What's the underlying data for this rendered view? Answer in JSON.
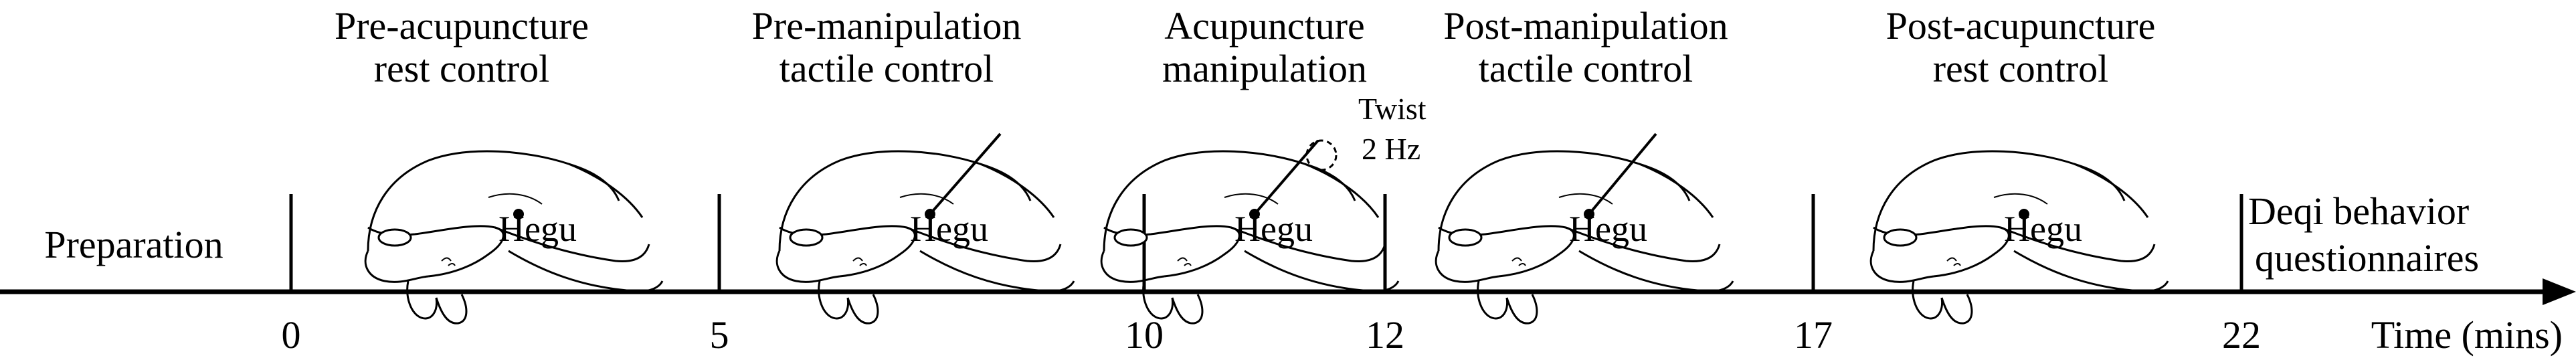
{
  "phases": [
    {
      "line1": "Pre-acupuncture",
      "line2": "rest control",
      "hegu": "Hegu",
      "needle": false
    },
    {
      "line1": "Pre-manipulation",
      "line2": "tactile control",
      "hegu": "Hegu",
      "needle": true
    },
    {
      "line1": "Acupuncture",
      "line2": "manipulation",
      "hegu": "Hegu",
      "needle": false,
      "twist": "Twist",
      "freq": "2 Hz"
    },
    {
      "line1": "Post-manipulation",
      "line2": "tactile control",
      "hegu": "Hegu",
      "needle": true
    },
    {
      "line1": "Post-acupuncture",
      "line2": "rest control",
      "hegu": "Hegu",
      "needle": false
    }
  ],
  "preparation": "Preparation",
  "deqi": {
    "line1": "Deqi behavior",
    "line2": "questionnaires"
  },
  "ticks": [
    "0",
    "5",
    "10",
    "12",
    "17",
    "22"
  ],
  "axis_label": "Time (mins)"
}
